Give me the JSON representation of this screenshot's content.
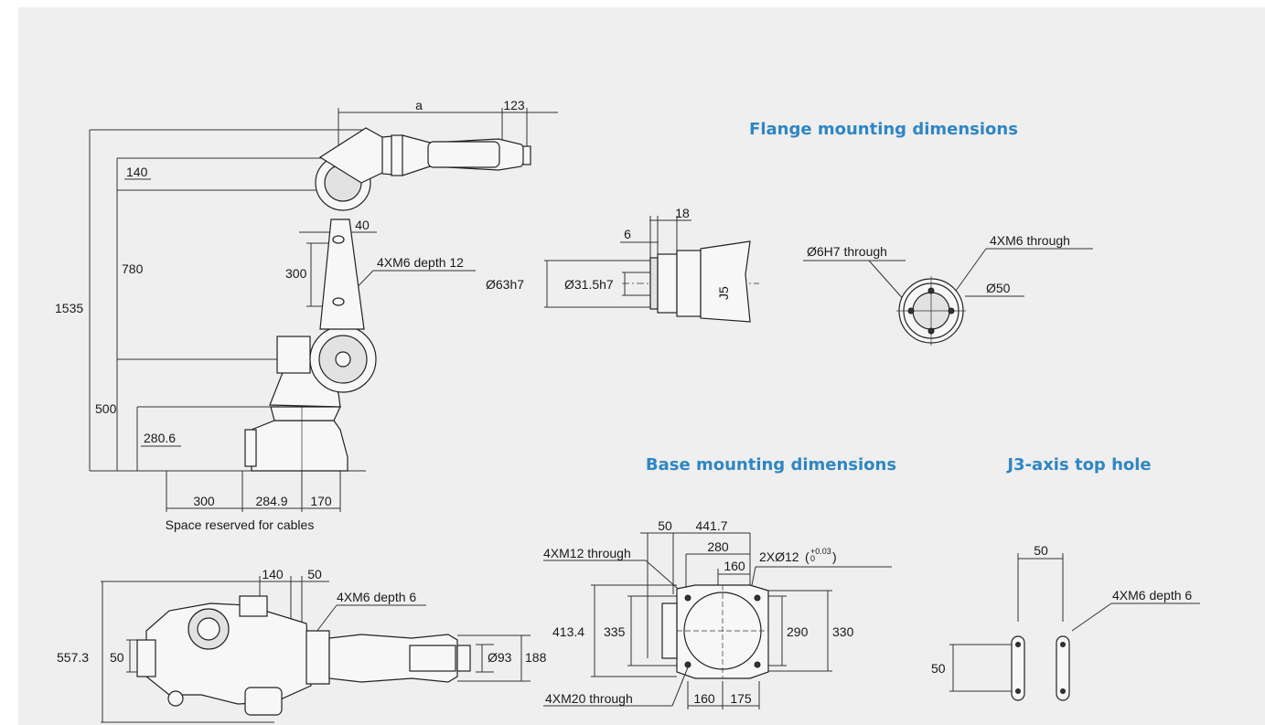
{
  "titles": {
    "flange": "Flange mounting dimensions",
    "base": "Base mounting dimensions",
    "j3": "J3-axis top hole"
  },
  "side_view": {
    "a": "a",
    "d123": "123",
    "d140": "140",
    "d40": "40",
    "d780": "780",
    "d300": "300",
    "hole": "4XM6 depth 12",
    "d1535": "1535",
    "d500": "500",
    "d2806": "280.6",
    "b300": "300",
    "b2849": "284.9",
    "b170": "170",
    "cables": "Space reserved for cables"
  },
  "top_view": {
    "d140": "140",
    "d50": "50",
    "hole": "4XM6 depth 6",
    "d5573": "557.3",
    "d50v": "50",
    "d93": "Ø93",
    "d188": "188"
  },
  "flange": {
    "d18": "18",
    "d6": "6",
    "d63": "Ø63h7",
    "d315": "Ø31.5h7",
    "j5": "J5",
    "through6": "Ø6H7 through",
    "m6through": "4XM6 through",
    "d50": "Ø50"
  },
  "base": {
    "d50": "50",
    "d4417": "441.7",
    "d280": "280",
    "d160": "160",
    "m12": "4XM12 through",
    "pin": "2XØ12",
    "tol_up": "+0.03",
    "tol_lo": "0",
    "d4134": "413.4",
    "d335": "335",
    "d290": "290",
    "d330": "330",
    "m20": "4XM20 through",
    "b160": "160",
    "b175": "175"
  },
  "j3": {
    "d50h": "50",
    "hole": "4XM6 depth 6",
    "d50v": "50"
  }
}
